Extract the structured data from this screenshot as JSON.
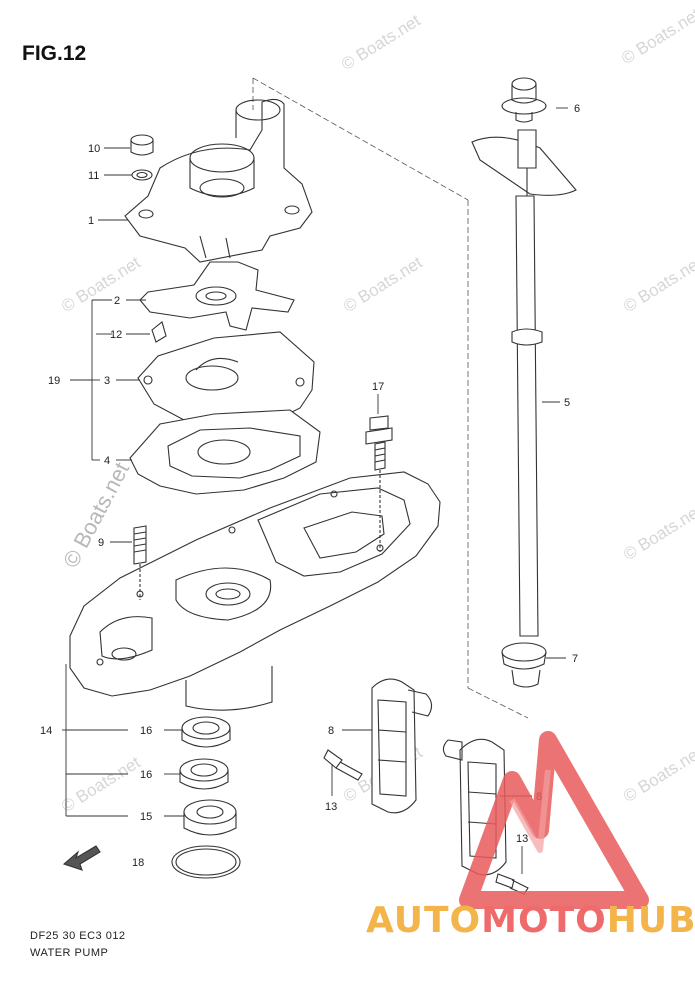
{
  "figure_title": "FIG.12",
  "footer": {
    "code": "DF25 30 EC3  012",
    "name": "WATER PUMP"
  },
  "watermark_text": "© Boats.net",
  "brand": {
    "part1": "AUTO",
    "part2": "MOTO",
    "part3": "HUB"
  },
  "colors": {
    "brand_red": "#e85a5a",
    "brand_orange": "#f3b44a",
    "watermark": "#d6d6d6"
  },
  "callouts": {
    "c1": "1",
    "c2": "2",
    "c3": "3",
    "c4": "4",
    "c5": "5",
    "c6": "6",
    "c7": "7",
    "c8a": "8",
    "c8b": "8",
    "c9": "9",
    "c10": "10",
    "c11": "11",
    "c12": "12",
    "c13a": "13",
    "c13b": "13",
    "c14": "14",
    "c15": "15",
    "c16a": "16",
    "c16b": "16",
    "c17": "17",
    "c18": "18",
    "c19": "19"
  }
}
